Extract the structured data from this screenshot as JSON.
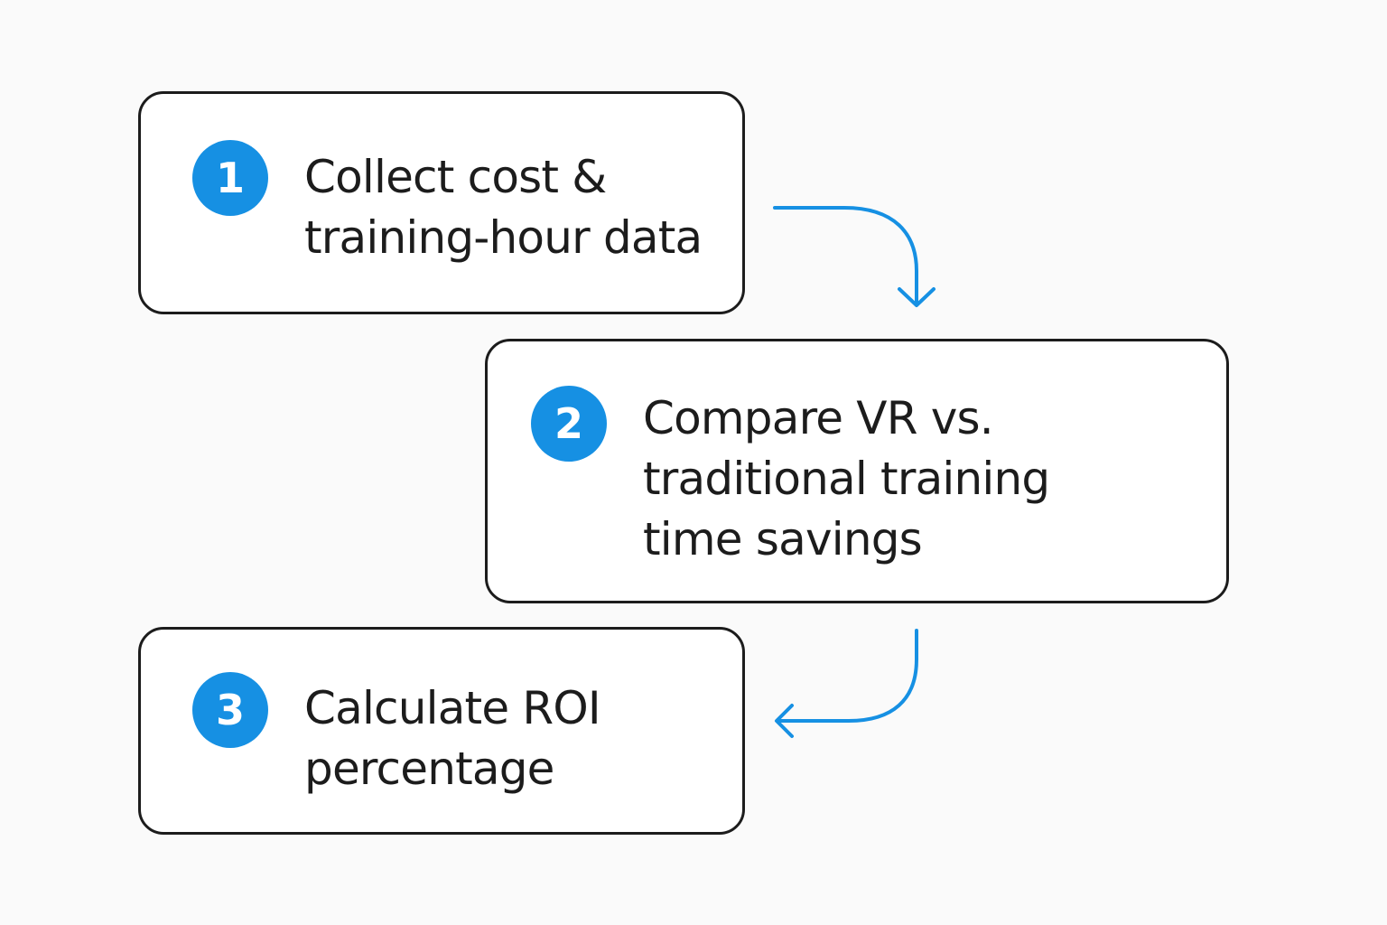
{
  "colors": {
    "accent": "#1690e3",
    "border": "#1c1c1c",
    "text": "#1c1c1c",
    "background": "#fafafa"
  },
  "steps": [
    {
      "number": "1",
      "lines": [
        "Collect cost &",
        "training-hour data"
      ]
    },
    {
      "number": "2",
      "lines": [
        "Compare VR vs.",
        "traditional training",
        "time savings"
      ]
    },
    {
      "number": "3",
      "lines": [
        "Calculate ROI",
        "percentage"
      ]
    }
  ],
  "connectors": [
    {
      "from": "1",
      "to": "2",
      "icon": "curved-arrow-down-icon"
    },
    {
      "from": "2",
      "to": "3",
      "icon": "curved-arrow-left-icon"
    }
  ]
}
